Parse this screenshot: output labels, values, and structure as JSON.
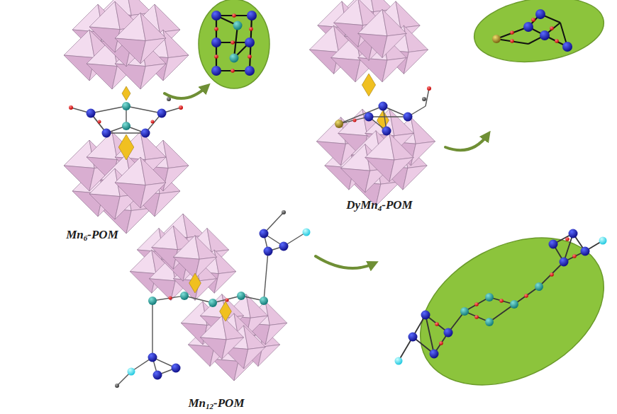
{
  "diagram": {
    "labels": [
      "Mn6-POM",
      "DyMn4-POM",
      "Mn12-POM"
    ]
  }
}
